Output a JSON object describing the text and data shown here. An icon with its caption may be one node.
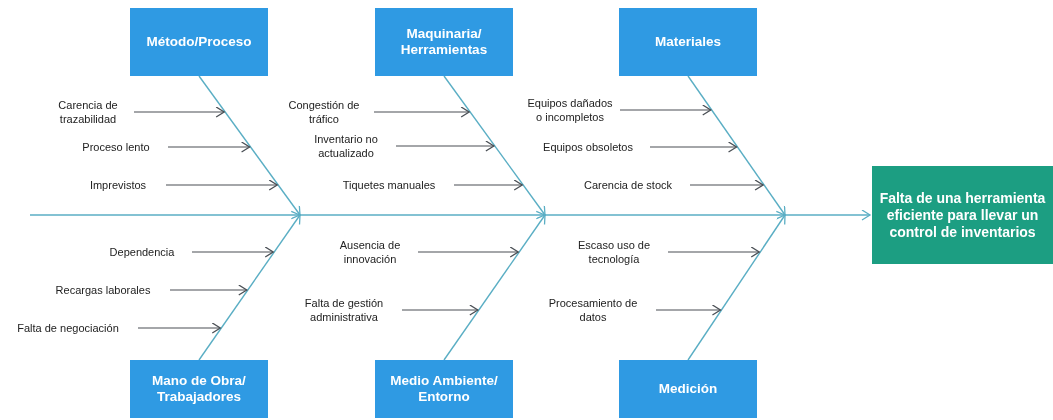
{
  "diagram": {
    "nodes": [
      {
        "text": [
          "Método/Proceso"
        ]
      },
      {
        "text": [
          "Maquinaria/ Herramientas"
        ]
      },
      {
        "text": [
          "Materiales"
        ]
      },
      {
        "text": [
          "Carencia de trazabilidad"
        ]
      },
      {
        "text": [
          "Congestión de tráfico"
        ]
      },
      {
        "text": [
          "Equipos dañados o incompletos"
        ]
      },
      {
        "text": [
          "Proceso lento"
        ]
      },
      {
        "text": [
          "Inventario no actualizado"
        ]
      },
      {
        "text": [
          "Equipos obsoletos"
        ]
      },
      {
        "text": [
          "Imprevistos"
        ]
      },
      {
        "text": [
          "Tiquetes manuales"
        ]
      },
      {
        "text": [
          "Carencia de stock"
        ]
      },
      {
        "text": [
          "Falta de una herramienta eficiente para llevar un control de inventarios"
        ]
      },
      {
        "text": [
          "Dependencia"
        ]
      },
      {
        "text": [
          "Ausencia de innovación"
        ]
      },
      {
        "text": [
          "Escaso uso de tecnología"
        ]
      },
      {
        "text": [
          "Recargas laborales"
        ]
      },
      {
        "text": [
          "Falta de gestión administrativa"
        ]
      },
      {
        "text": [
          "Procesamiento de datos"
        ]
      },
      {
        "text": [
          "Falta de negociación"
        ]
      },
      {
        "text": [
          "Mano de Obra/ Trabajadores"
        ]
      },
      {
        "text": [
          "Medio Ambiente/ Entorno"
        ]
      },
      {
        "text": [
          "Medición"
        ]
      }
    ],
    "edges": [
      {
        "from": 0,
        "to": null,
        "arrow": "to",
        "color": "#5aaec4"
      },
      {
        "from": 1,
        "to": null,
        "arrow": "to",
        "color": "#5aaec4"
      },
      {
        "from": 2,
        "to": null,
        "arrow": "to",
        "color": "#5aaec4"
      },
      {
        "from": 20,
        "to": null,
        "arrow": "to",
        "color": "#5aaec4"
      },
      {
        "from": 21,
        "to": null,
        "arrow": "to",
        "color": "#5aaec4"
      },
      {
        "from": 22,
        "to": null,
        "arrow": "to",
        "color": "#5aaec4"
      },
      {
        "from": null,
        "to": 12,
        "arrow": "to",
        "color": "#5aaec4"
      },
      {
        "from": 3,
        "to": null,
        "arrow": "to"
      },
      {
        "from": 4,
        "to": null,
        "arrow": "to"
      },
      {
        "from": 5,
        "to": null,
        "arrow": "to"
      },
      {
        "from": 6,
        "to": null,
        "arrow": "to"
      },
      {
        "from": 7,
        "to": null,
        "arrow": "to"
      },
      {
        "from": 8,
        "to": null,
        "arrow": "to"
      },
      {
        "from": 9,
        "to": null,
        "arrow": "to"
      },
      {
        "from": 10,
        "to": null,
        "arrow": "to"
      },
      {
        "from": 11,
        "to": null,
        "arrow": "to"
      },
      {
        "from": 13,
        "to": null,
        "arrow": "to"
      },
      {
        "from": 14,
        "to": null,
        "arrow": "to"
      },
      {
        "from": 15,
        "to": null,
        "arrow": "to"
      },
      {
        "from": 16,
        "to": null,
        "arrow": "to"
      },
      {
        "from": 17,
        "to": null,
        "arrow": "to"
      },
      {
        "from": 18,
        "to": null,
        "arrow": "to"
      },
      {
        "from": 19,
        "to": null,
        "arrow": "to"
      }
    ]
  }
}
